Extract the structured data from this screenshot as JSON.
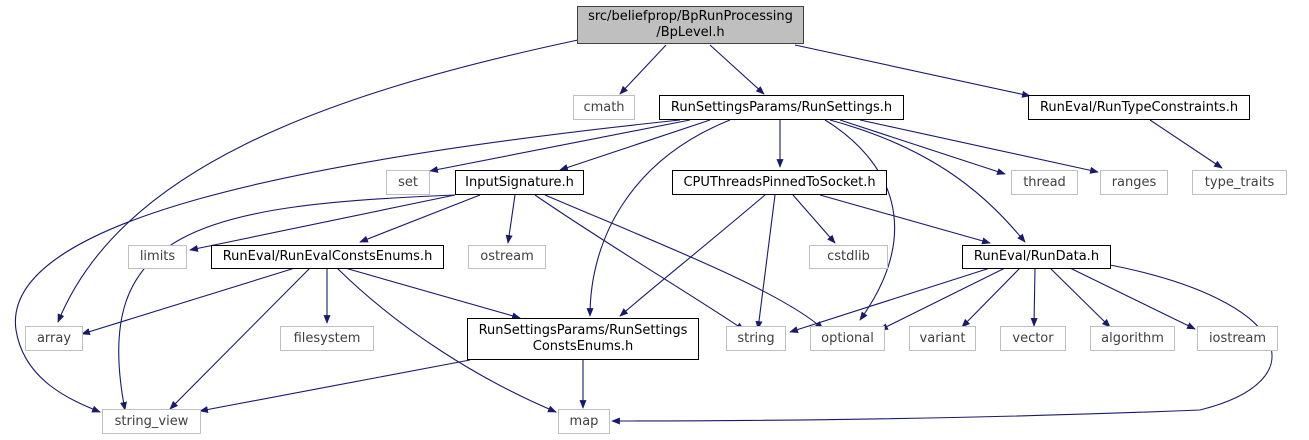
{
  "graph": {
    "root": {
      "line1": "src/beliefprop/BpRunProcessing",
      "line2": "/BpLevel.h"
    },
    "nodes": {
      "cmath": "cmath",
      "runsettings": "RunSettingsParams/RunSettings.h",
      "runtypeconstraints": "RunEval/RunTypeConstraints.h",
      "type_traits": "type_traits",
      "set": "set",
      "inputsignature": "InputSignature.h",
      "cputhreads": "CPUThreadsPinnedToSocket.h",
      "thread": "thread",
      "ranges": "ranges",
      "limits": "limits",
      "runevalconstsenums": "RunEval/RunEvalConstsEnums.h",
      "ostream": "ostream",
      "cstdlib": "cstdlib",
      "rundata": "RunEval/RunData.h",
      "array": "array",
      "filesystem": "filesystem",
      "runsettingsconstsenums": {
        "line1": "RunSettingsParams/RunSettings",
        "line2": "ConstsEnums.h"
      },
      "string": "string",
      "optional": "optional",
      "variant": "variant",
      "vector": "vector",
      "algorithm": "algorithm",
      "iostream": "iostream",
      "string_view": "string_view",
      "map": "map"
    },
    "colors": {
      "edge": "#191970",
      "system_border": "#bfbfbf",
      "root_fill": "#bfbfbf"
    }
  }
}
